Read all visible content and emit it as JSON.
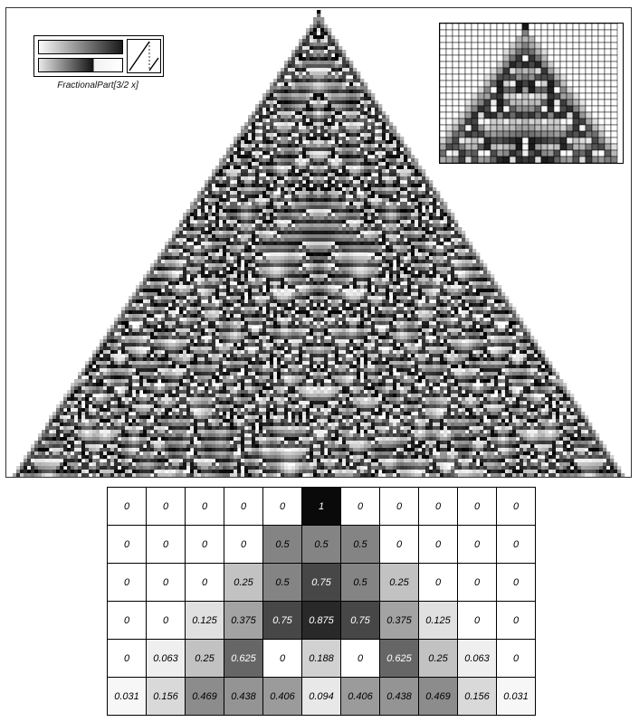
{
  "rule": {
    "label": "FractionalPart[3/2 x]"
  },
  "table": {
    "rows": [
      [
        "0",
        "0",
        "0",
        "0",
        "0",
        "1",
        "0",
        "0",
        "0",
        "0",
        "0"
      ],
      [
        "0",
        "0",
        "0",
        "0",
        "0.5",
        "0.5",
        "0.5",
        "0",
        "0",
        "0",
        "0"
      ],
      [
        "0",
        "0",
        "0",
        "0.25",
        "0.5",
        "0.75",
        "0.5",
        "0.25",
        "0",
        "0",
        "0"
      ],
      [
        "0",
        "0",
        "0.125",
        "0.375",
        "0.75",
        "0.875",
        "0.75",
        "0.375",
        "0.125",
        "0",
        "0"
      ],
      [
        "0",
        "0.063",
        "0.25",
        "0.625",
        "0",
        "0.188",
        "0",
        "0.625",
        "0.25",
        "0.063",
        "0"
      ],
      [
        "0.031",
        "0.156",
        "0.469",
        "0.438",
        "0.406",
        "0.094",
        "0.406",
        "0.438",
        "0.469",
        "0.156",
        "0.031"
      ]
    ]
  }
}
